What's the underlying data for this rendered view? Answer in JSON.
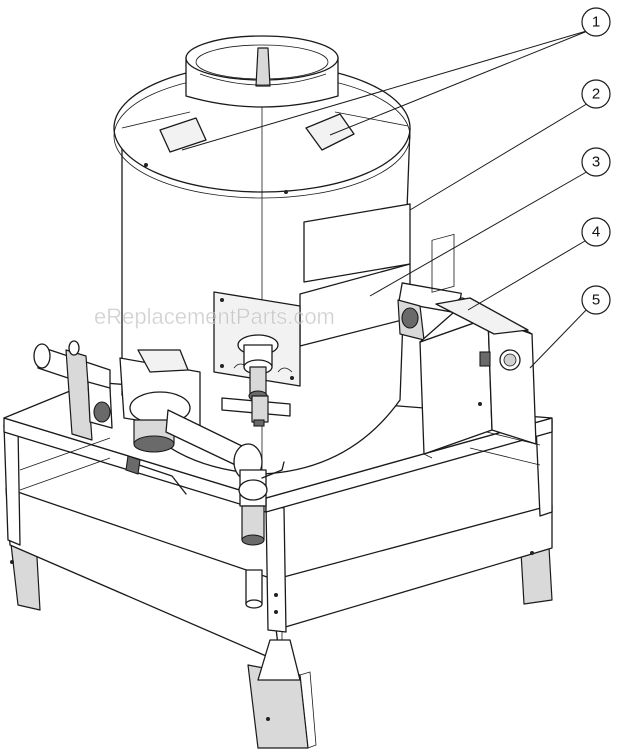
{
  "watermark": "eReplacementParts.com",
  "callouts": [
    {
      "number": "1",
      "part": "top vent labels"
    },
    {
      "number": "2",
      "part": "upper label plate"
    },
    {
      "number": "3",
      "part": "lower label plate"
    },
    {
      "number": "4",
      "part": "control box"
    },
    {
      "number": "5",
      "part": "control box switch panel"
    }
  ]
}
